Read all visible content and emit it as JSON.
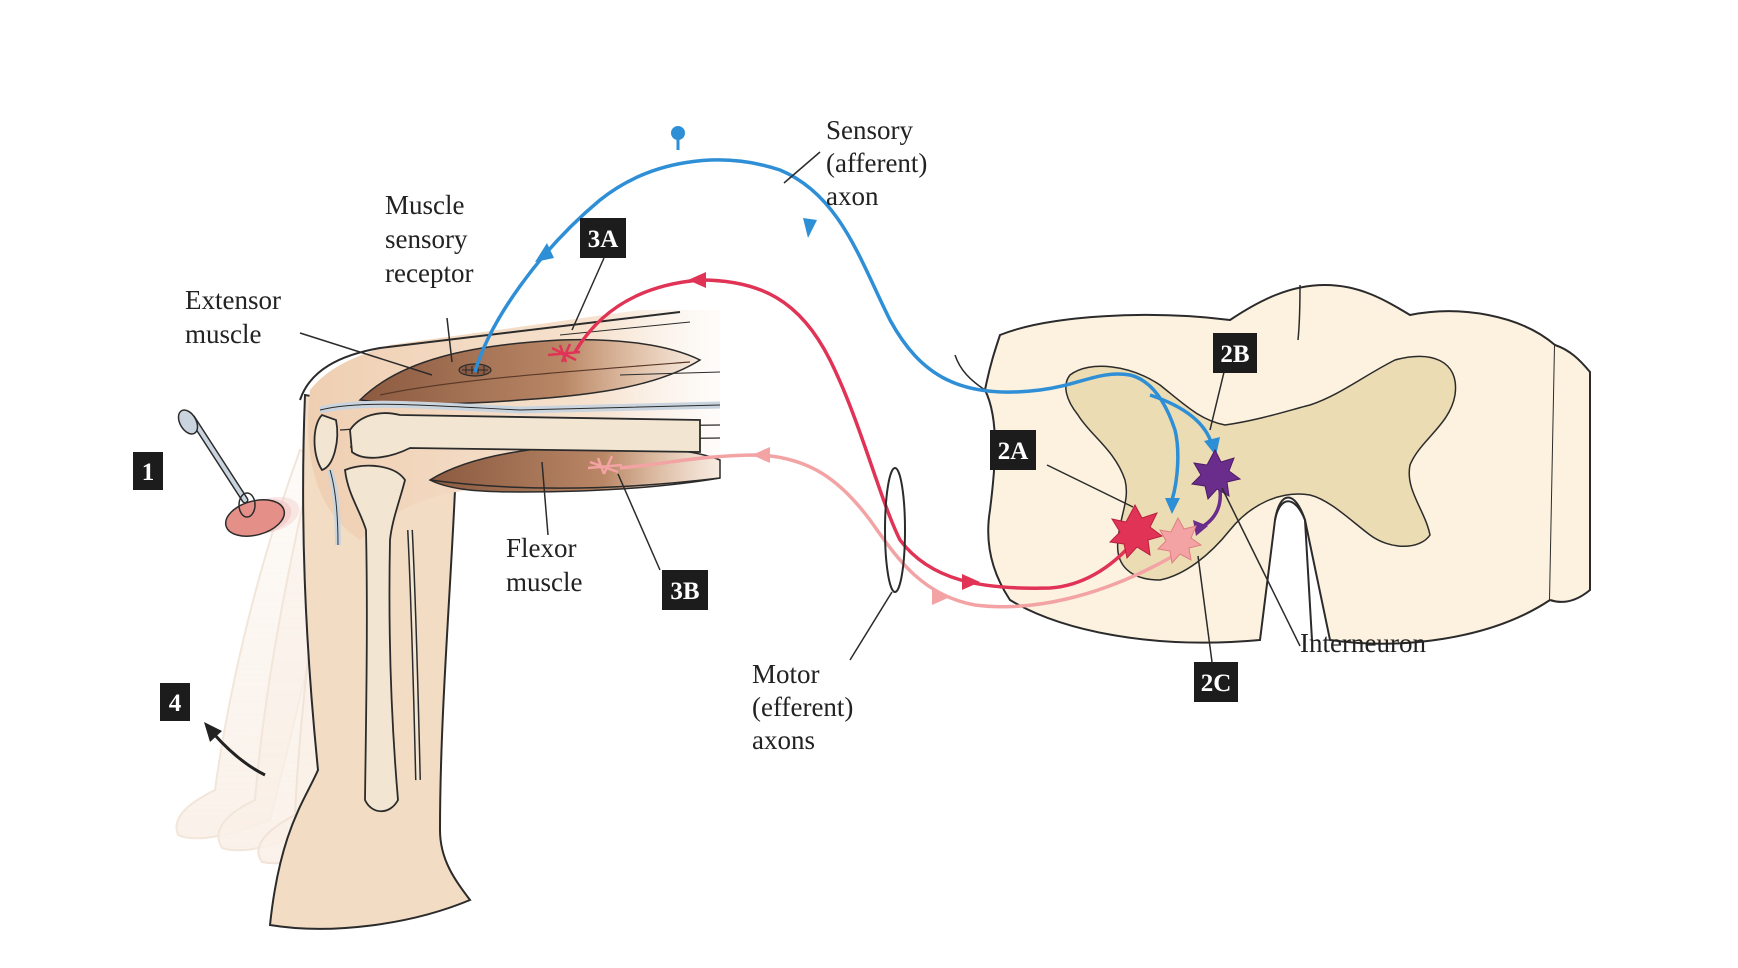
{
  "labels": {
    "muscle_sensory_receptor": [
      "Muscle",
      "sensory",
      "receptor"
    ],
    "extensor_muscle": [
      "Extensor",
      "muscle"
    ],
    "flexor_muscle": [
      "Flexor",
      "muscle"
    ],
    "sensory_axon": [
      "Sensory",
      "(afferent)",
      "axon"
    ],
    "motor_axons": [
      "Motor",
      "(efferent)",
      "axons"
    ],
    "interneuron": "Interneuron"
  },
  "steps": {
    "s1": "1",
    "s2a": "2A",
    "s2b": "2B",
    "s2c": "2C",
    "s3a": "3A",
    "s3b": "3B",
    "s4": "4"
  },
  "colors": {
    "sensory_axon": "#2e8fd6",
    "extensor_motor_axon": "#e03355",
    "flexor_motor_axon": "#f3a3a3",
    "interneuron": "#6b2d8c",
    "spinal_cord": "#fcf2df",
    "gray_matter": "#ecdcb4",
    "skin": "#f3dcc4",
    "muscle": "#b07b5c"
  }
}
